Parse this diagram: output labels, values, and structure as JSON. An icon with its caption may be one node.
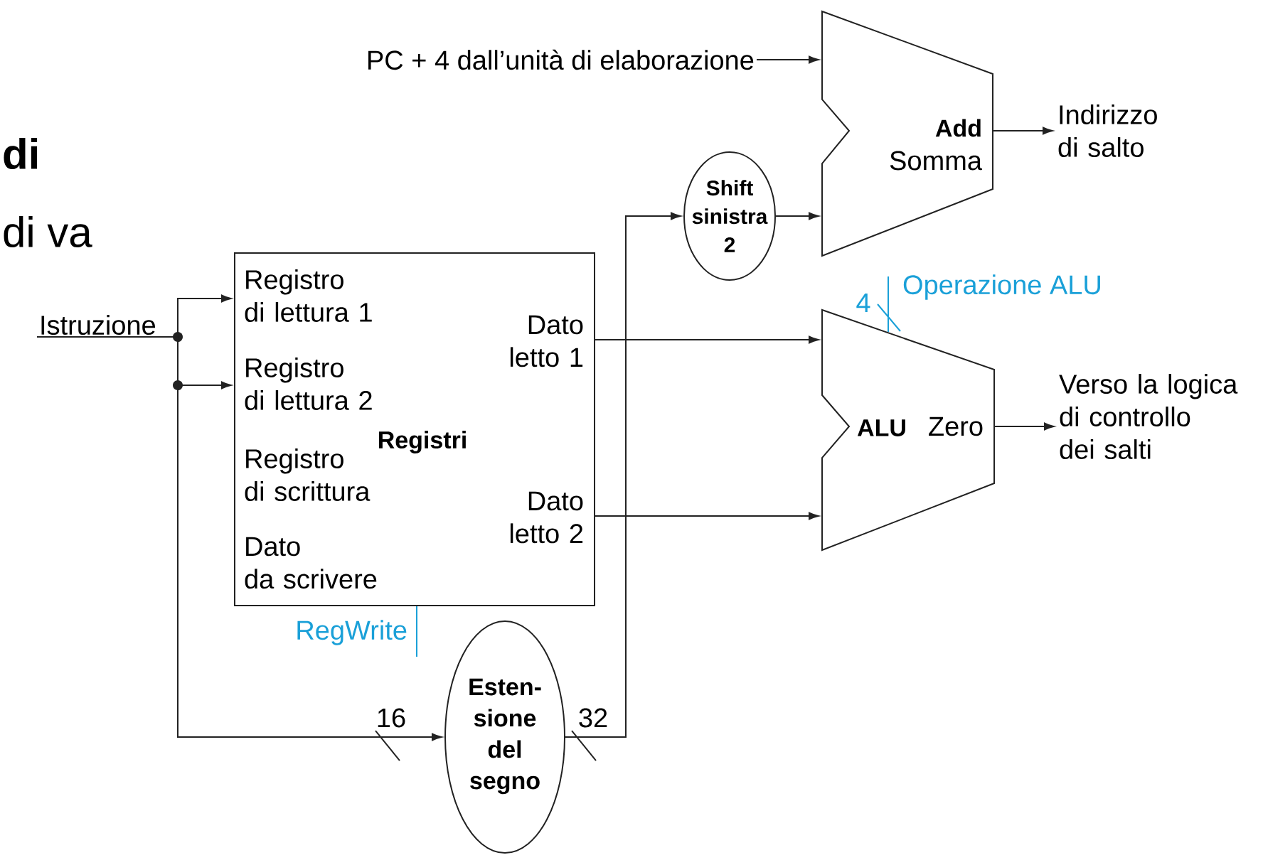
{
  "diagram": {
    "nodes": [
      {
        "text": [
          "PC + 4 dall’unità di elaborazione"
        ]
      },
      {
        "text": [
          "Add",
          "Somma"
        ]
      },
      {
        "text": [
          "Indirizzo di salto"
        ]
      },
      {
        "text": [
          "Shift sinistra 2"
        ]
      },
      {
        "text": [
          "Registro di lettura 1",
          "Registro di lettura 2",
          "Registro di scrittura",
          "Dato da scrivere",
          "Registri",
          "Dato letto 1",
          "Dato letto 2"
        ]
      },
      {
        "text": [
          "Istruzione"
        ]
      },
      {
        "text": [
          "ALU",
          "Zero"
        ]
      },
      {
        "text": [
          "Verso la logica di controllo dei salti"
        ]
      },
      {
        "text": [
          "Esten- sione del segno"
        ]
      }
    ],
    "edges": [
      {
        "from": 0,
        "to": 1,
        "arrow": "to"
      },
      {
        "from": 3,
        "to": 1,
        "arrow": "to"
      },
      {
        "from": 1,
        "to": 2,
        "arrow": "to"
      },
      {
        "from": 5,
        "to": 4,
        "arrow": "to"
      },
      {
        "from": 5,
        "to": 4,
        "arrow": "to"
      },
      {
        "from": 5,
        "to": 8,
        "arrow": "to"
      },
      {
        "from": 4,
        "to": 6,
        "arrow": "to"
      },
      {
        "from": 4,
        "to": 6,
        "arrow": "to"
      },
      {
        "from": 8,
        "to": 3,
        "arrow": "to"
      },
      {
        "from": 6,
        "to": 7,
        "arrow": "to"
      },
      {
        "from": null,
        "to": 6,
        "arrow": "none",
        "color": "#1aa0d8",
        "label": "Operazione ALU"
      },
      {
        "from": null,
        "to": 4,
        "arrow": "none",
        "color": "#1aa0d8",
        "label": "RegWrite"
      }
    ],
    "labels": [
      "di",
      "di va",
      "16",
      "32",
      "4"
    ]
  }
}
